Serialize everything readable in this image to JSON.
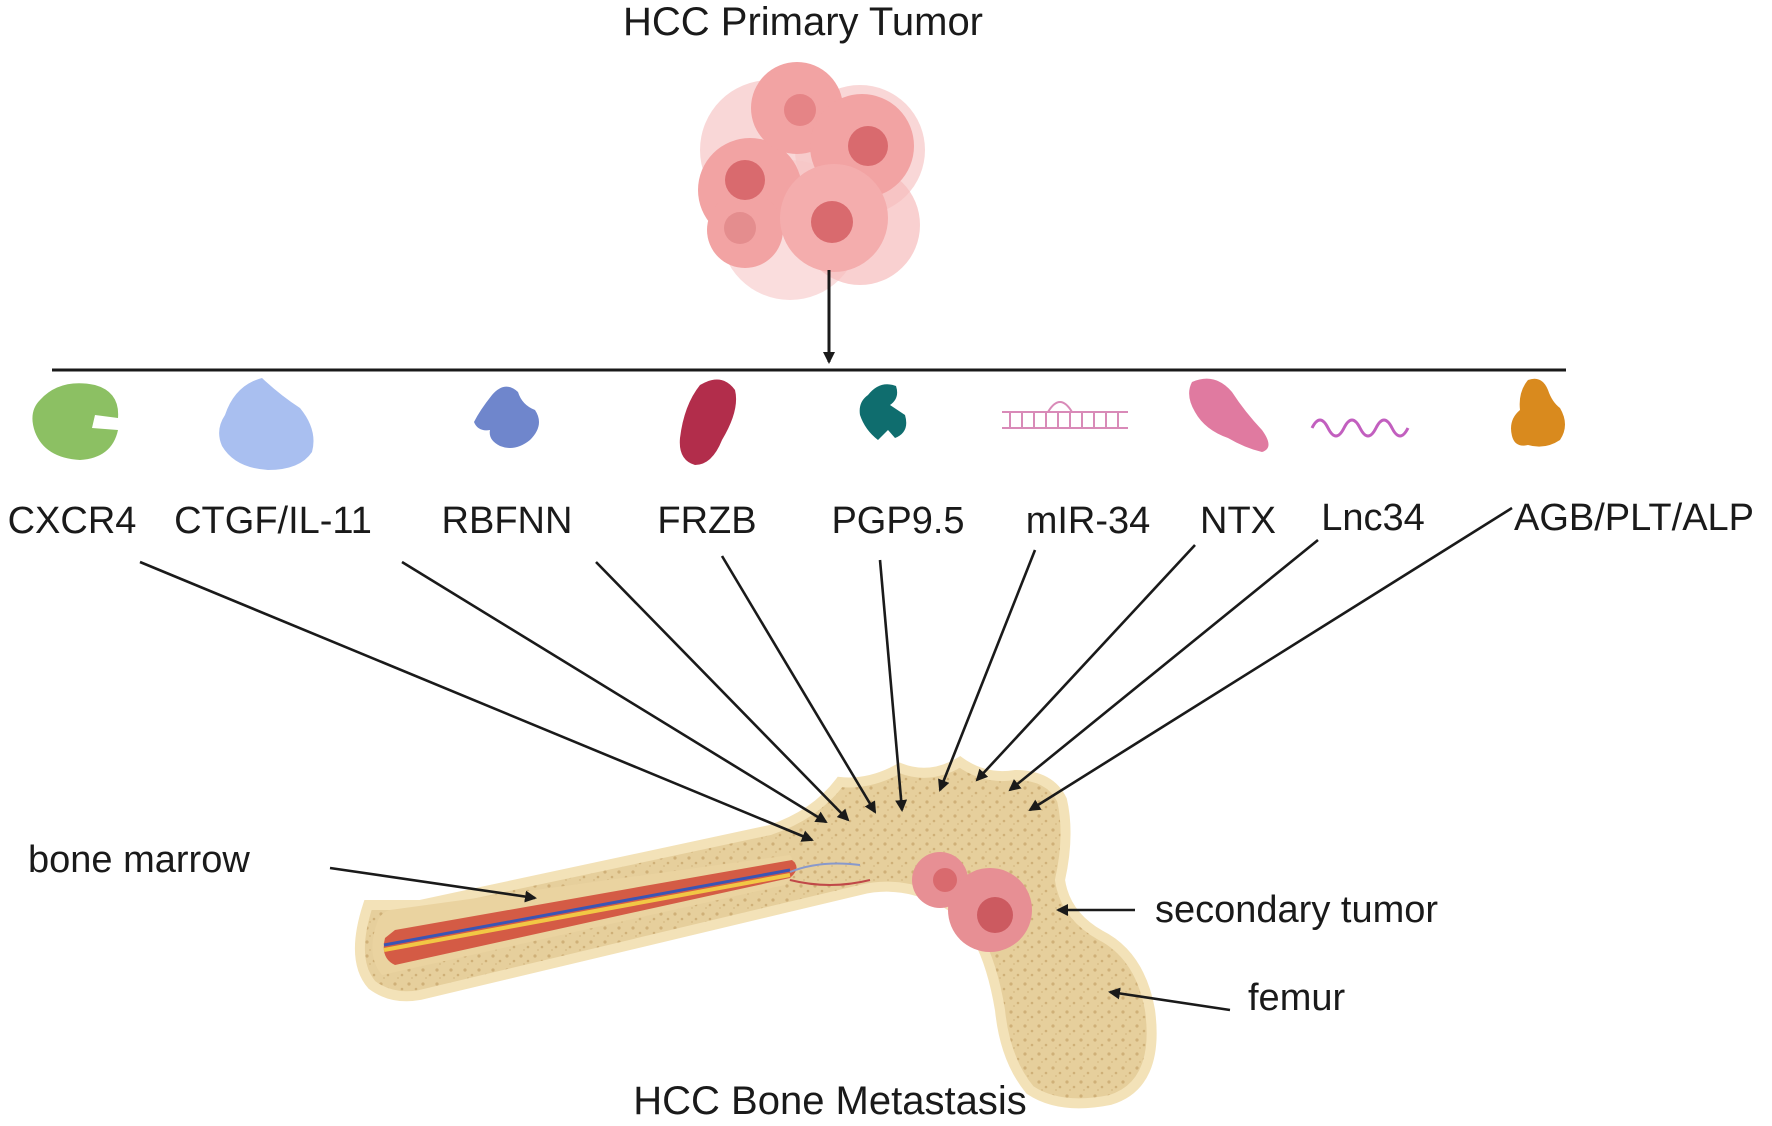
{
  "title_top": "HCC Primary Tumor",
  "title_bottom": "HCC Bone Metastasis",
  "markers": [
    {
      "label": "CXCR4",
      "color": "#8cc063",
      "icon": "protein-blob-icon"
    },
    {
      "label": "CTGF/IL-11",
      "color": "#a9bff0",
      "icon": "protein-blob-icon"
    },
    {
      "label": "RBFNN",
      "color": "#6f86cc",
      "icon": "protein-blob-icon"
    },
    {
      "label": "FRZB",
      "color": "#b22d4b",
      "icon": "protein-blob-icon"
    },
    {
      "label": "PGP9.5",
      "color": "#0f6d6e",
      "icon": "protein-blob-icon"
    },
    {
      "label": "mIR-34",
      "color": "#d98ab8",
      "icon": "rna-hairpin-icon"
    },
    {
      "label": "NTX",
      "color": "#e07aa0",
      "icon": "protein-blob-icon"
    },
    {
      "label": "Lnc34",
      "color": "#c25fbf",
      "icon": "rna-wave-icon"
    },
    {
      "label": "AGB/PLT/ALP",
      "color": "#d98a1e",
      "icon": "protein-blob-icon"
    }
  ],
  "annotations": {
    "bone_marrow": "bone marrow",
    "secondary_tumor": "secondary tumor",
    "femur": "femur"
  },
  "colors": {
    "tumor_cell": "#f2a3a3",
    "tumor_nucleus": "#d96a6e",
    "bone": "#efdcb0",
    "marrow": "#d45b45",
    "arrow": "#1a1a1a"
  }
}
